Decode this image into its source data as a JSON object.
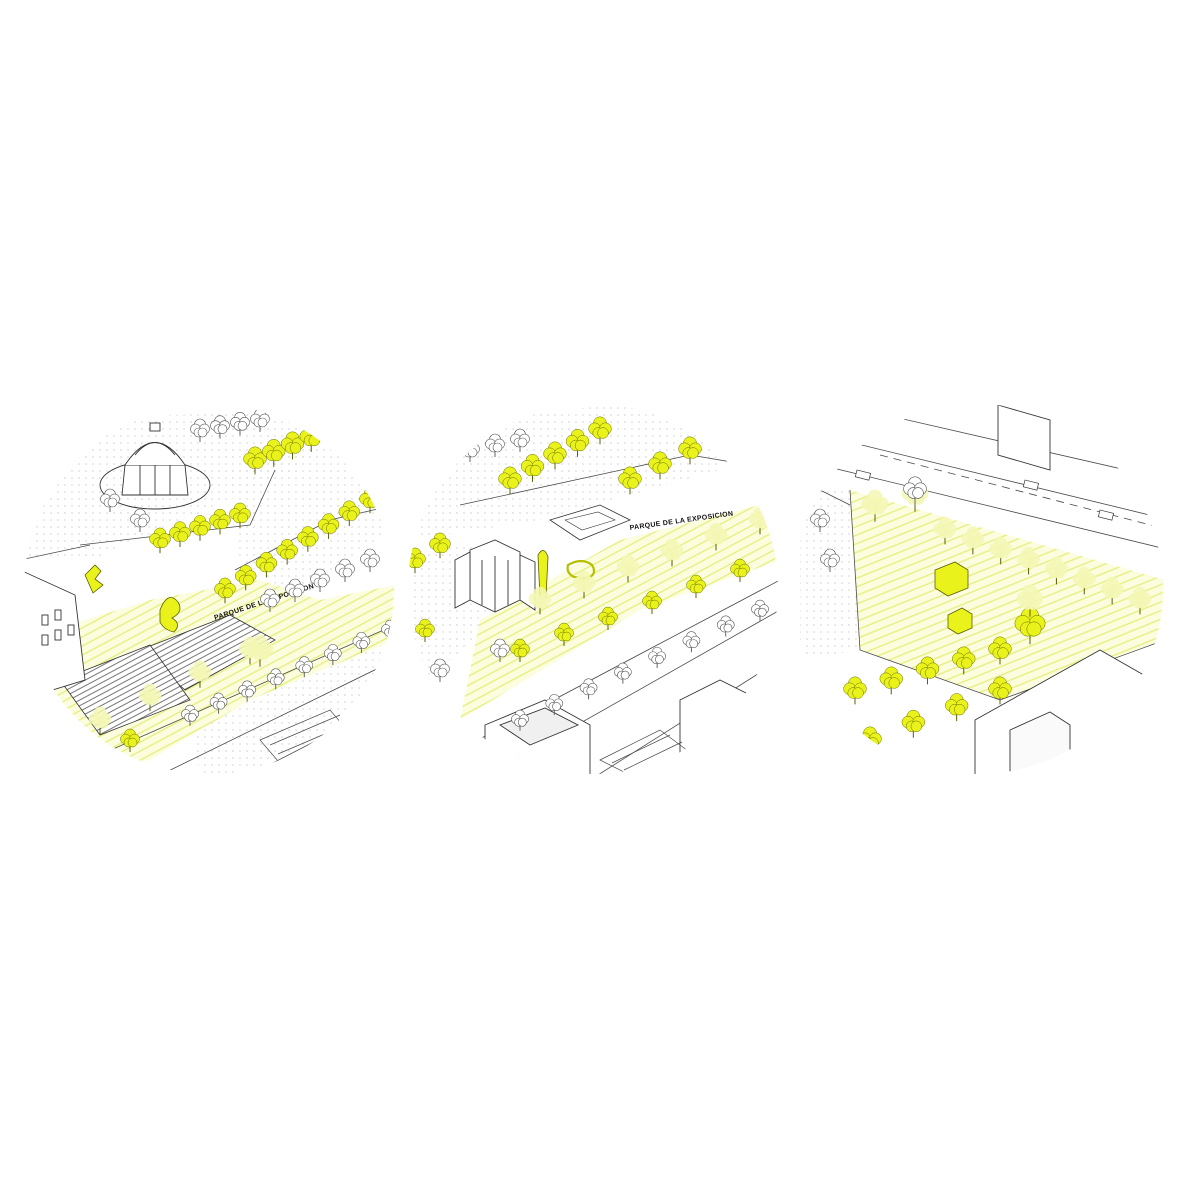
{
  "vignettes": [
    {
      "name": "vignette-1",
      "street_label": "PARQUE DE LA EXPOSICION"
    },
    {
      "name": "vignette-2",
      "street_label": "PARQUE DE LA EXPOSICION"
    },
    {
      "name": "vignette-3",
      "street_label": ""
    }
  ],
  "colors": {
    "accent_yellow": "#e9f21a",
    "pale_yellow": "#f3f7b4",
    "line": "#4a4a4a",
    "light_line": "#b5b5b5",
    "background": "#ffffff"
  },
  "icons": [
    "deciduous-tree-icon",
    "pedestrian-icon",
    "sculpture-icon",
    "pavilion-icon",
    "car-icon"
  ]
}
